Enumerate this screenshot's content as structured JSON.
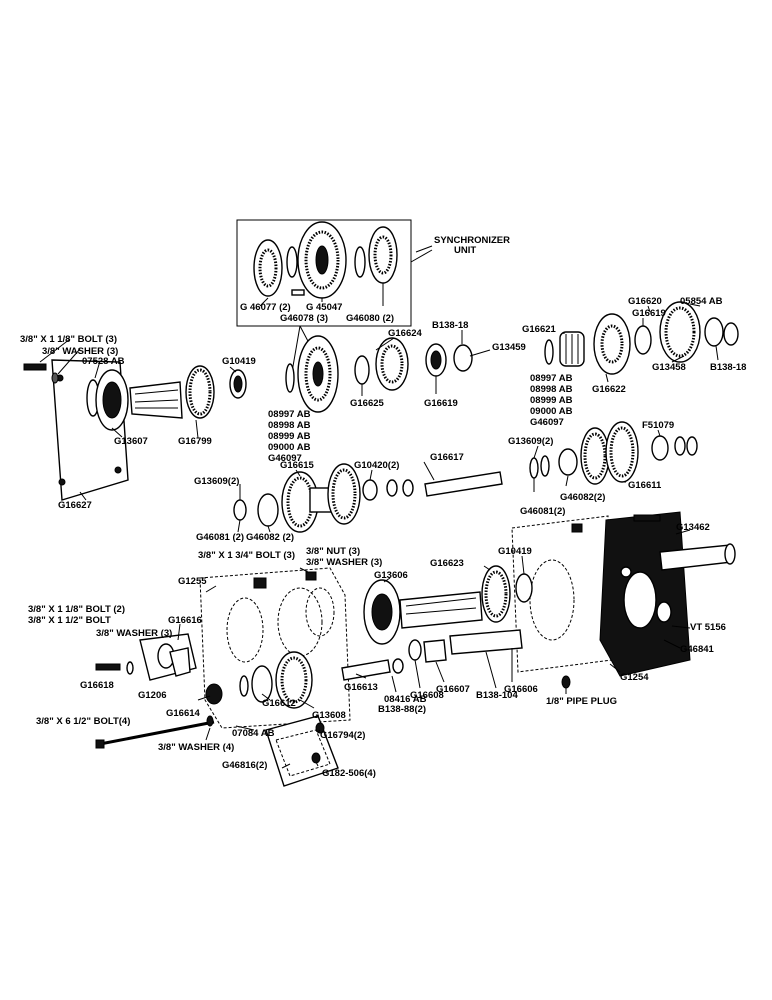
{
  "labels": {
    "synchronizer_unit_l1": "SYNCHRONIZER",
    "synchronizer_unit_l2": "UNIT",
    "g46077": "G 46077 (2)",
    "g45047": "G 45047",
    "g46078": "G46078 (3)",
    "g46080": "G46080 (2)",
    "bolt_3_8_1_1_8": "3/8\" X 1 1/8\" BOLT (3)",
    "washer_3_8_a": "3/8\" WASHER (3)",
    "n07528": "07528 AB",
    "g10419_a": "G10419",
    "g16627": "G16627",
    "g13607": "G13607",
    "g16799": "G16799",
    "g16624": "G16624",
    "b138_18_a": "B138-18",
    "g13459": "G13459",
    "g16625": "G16625",
    "g16619_a": "G16619",
    "list_a_1": "08997 AB",
    "list_a_2": "08998 AB",
    "list_a_3": "08999 AB",
    "list_a_4": "09000 AB",
    "list_a_5": "G46097",
    "g16621": "G16621",
    "g16620": "G16620",
    "n05854": "05854 AB",
    "g16619_b": "G16619",
    "list_b_1": "08997 AB",
    "list_b_2": "08998 AB",
    "list_b_3": "08999 AB",
    "list_b_4": "09000 AB",
    "list_b_5": "G46097",
    "g16622": "G16622",
    "g13458": "G13458",
    "b138_18_b": "B138-18",
    "g13609_a": "G13609(2)",
    "g16615": "G16615",
    "g10420": "G10420(2)",
    "g16617": "G16617",
    "g46081_a": "G46081 (2)",
    "g46082_a": "G46082 (2)",
    "g13609_b": "G13609(2)",
    "f51079": "F51079",
    "g46081_b": "G46081(2)",
    "g46082_b": "G46082(2)",
    "g16611": "G16611",
    "bolt_3_8_1_3_4": "3/8\" X 1 3/4\" BOLT (3)",
    "nut_3_8": "3/8\" NUT (3)",
    "washer_3_8_b": "3/8\" WASHER (3)",
    "g16623": "G16623",
    "g10419_b": "G10419",
    "g13462": "G13462",
    "g1255": "G1255",
    "g13606": "G13606",
    "bolt_1_1_8_2": "3/8\" X 1 1/8\" BOLT (2)",
    "bolt_1_1_2": "3/8\" X 1 1/2\" BOLT",
    "g16616": "G16616",
    "washer_3_8_c": "3/8\" WASHER (3)",
    "vt5156": "VT 5156",
    "g46841": "G46841",
    "g16618": "G16618",
    "g1206": "G1206",
    "g16613": "G16613",
    "n08416": "08416 AB",
    "g16608": "G16608",
    "g16607": "G16607",
    "b138_104": "B138-104",
    "g16606": "G16606",
    "g1254": "G1254",
    "g16614": "G16614",
    "g16612": "G16612",
    "b138_88": "B138-88(2)",
    "g13608": "G13608",
    "pipe_plug": "1/8\" PIPE PLUG",
    "bolt_6_1_2": "3/8\" X 6 1/2\" BOLT(4)",
    "n07084": "07084 AB",
    "washer_3_8_d": "3/8\" WASHER (4)",
    "g16794": "G16794(2)",
    "g46816": "G46816(2)",
    "g182_506": "G182-506(4)"
  },
  "colors": {
    "ink": "#000000",
    "paper": "#ffffff"
  }
}
